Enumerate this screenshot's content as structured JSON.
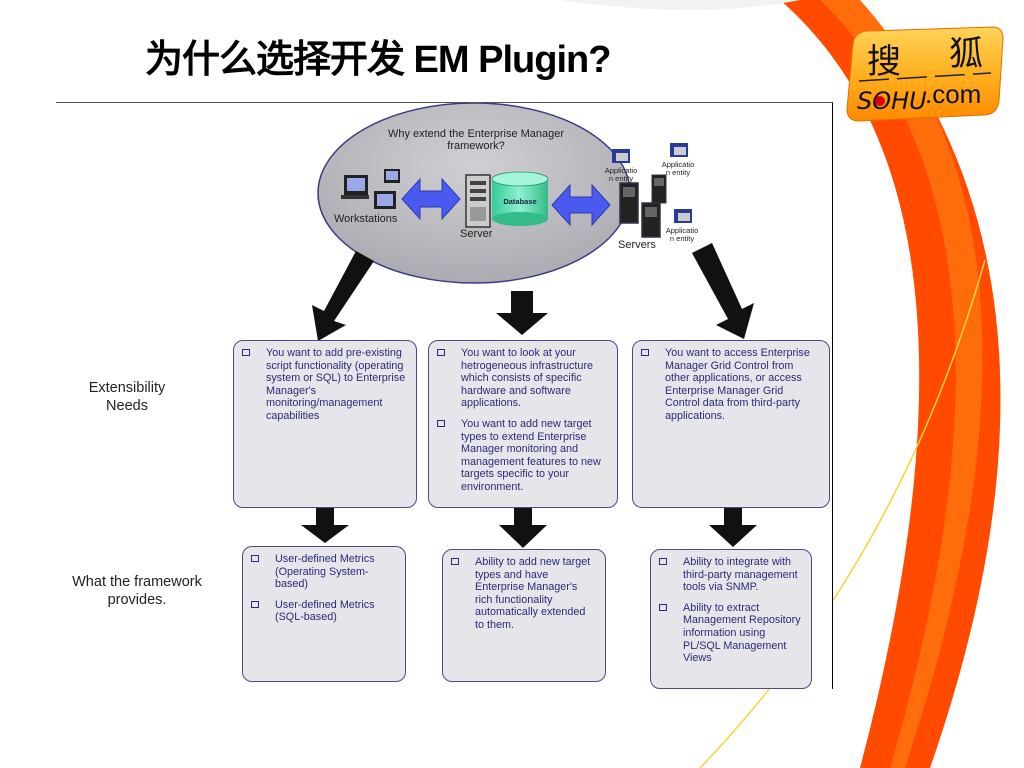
{
  "slide": {
    "title": "为什么选择开发 EM  Plugin?",
    "logo": {
      "top_text_left": "搜",
      "top_text_right": "狐",
      "bottom_text": "SOHU",
      "bottom_suffix": ".com",
      "brand_color": "#ff6a00"
    }
  },
  "diagram": {
    "ellipse": {
      "title_line1": "Why extend the Enterprise Manager",
      "title_line2": "framework?",
      "workstations_label": "Workstations",
      "server_label": "Server",
      "database_label": "Database",
      "servers_label": "Servers",
      "app_entity_labels": [
        [
          "Applicatio",
          "n entity"
        ],
        [
          "Applicatio",
          "n entity"
        ],
        [
          "Applicatio",
          "n entity"
        ]
      ]
    },
    "row_labels": {
      "needs_line1": "Extensibility",
      "needs_line2": "Needs",
      "provides_line1": "What the framework",
      "provides_line2": "provides."
    },
    "needs_boxes": [
      {
        "items": [
          "You want to add pre-existing script functionality (operating system or SQL) to Enterprise Manager's monitoring/management capabilities"
        ]
      },
      {
        "items": [
          "You want to look at your hetrogeneous infrastructure which consists of specific hardware and software applications.",
          "You want to add new target types to extend Enterprise Manager monitoring and management features to new targets specific to your environment."
        ]
      },
      {
        "items": [
          "You want to access Enterprise Manager Grid Control from other applications, or access Enterprise Manager Grid Control data from third-party applications."
        ]
      }
    ],
    "provides_boxes": [
      {
        "items": [
          "User-defined Metrics (Operating System-based)",
          "User-defined Metrics (SQL-based)"
        ]
      },
      {
        "items": [
          "Ability to add new target types and have Enterprise Manager's rich functionality automatically extended to them."
        ]
      },
      {
        "items": [
          "Ability to integrate with third-party management tools via SNMP.",
          "Ability to extract Management Repository information using PL/SQL Management Views"
        ]
      }
    ]
  }
}
